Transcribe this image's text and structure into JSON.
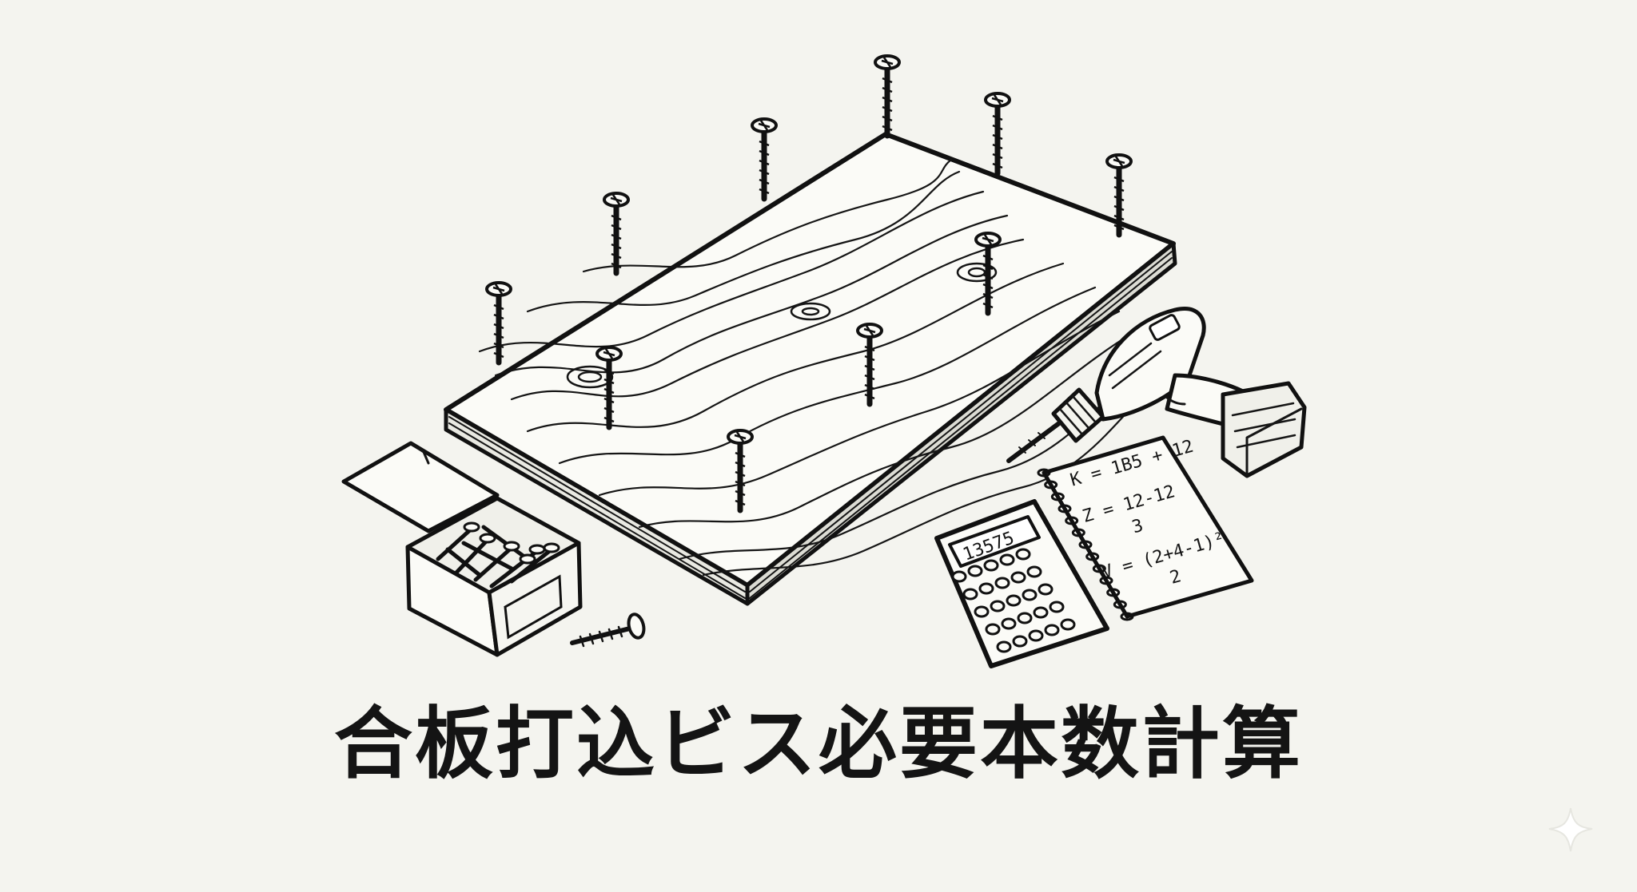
{
  "title": "合板打込ビス必要本数計算",
  "calculator": {
    "display": "13575"
  },
  "notepad": {
    "lines": [
      "K = 1Β5 + 12",
      "Z = 12-12",
      "3",
      "V = (2+4-1)²",
      "2"
    ]
  },
  "icons": {
    "plywood": "plywood-board-icon",
    "screw": "screw-icon",
    "screw_box": "screw-box-icon",
    "drill": "cordless-drill-icon",
    "calculator": "calculator-icon",
    "notepad": "notepad-icon",
    "sparkle": "sparkle-icon"
  },
  "colors": {
    "background": "#f4f4ef",
    "ink": "#151515"
  }
}
